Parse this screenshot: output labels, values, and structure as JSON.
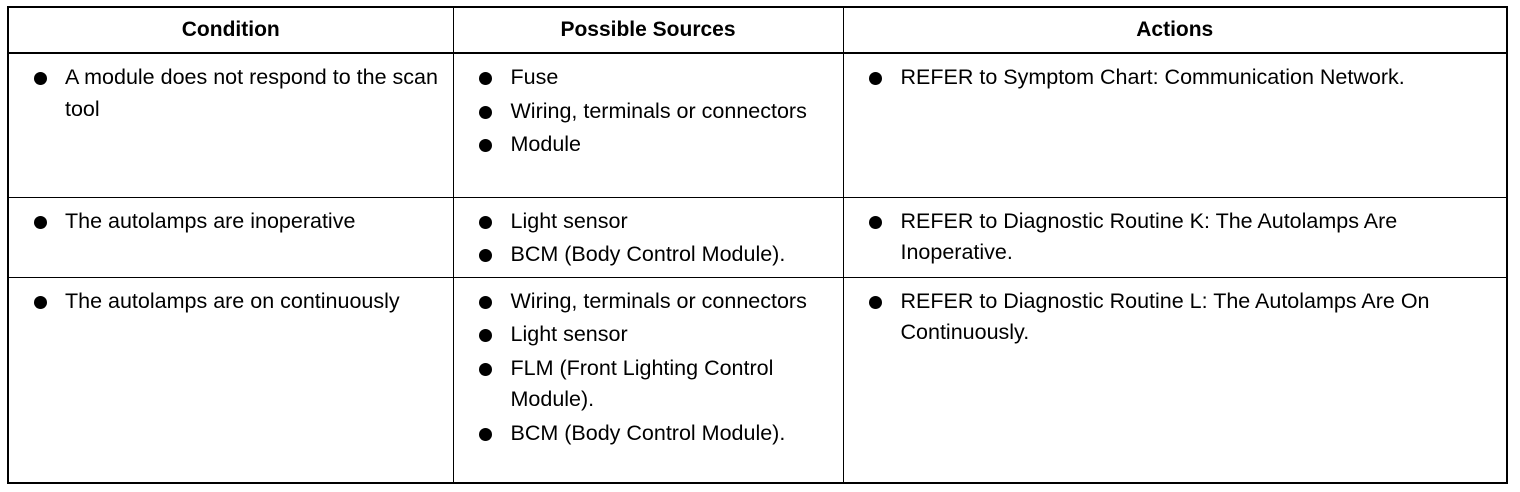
{
  "table": {
    "headers": {
      "condition": "Condition",
      "sources": "Possible Sources",
      "actions": "Actions"
    },
    "rows": [
      {
        "condition": "A module does not respond to the scan tool",
        "sources": [
          "Fuse",
          "Wiring, terminals or connectors",
          "Module"
        ],
        "action": "REFER to Symptom Chart: Communication Network."
      },
      {
        "condition": "The autolamps are inoperative",
        "sources": [
          "Light sensor",
          "BCM (Body Control Module)."
        ],
        "action": "REFER to Diagnostic Routine K: The Autolamps Are Inoperative."
      },
      {
        "condition": "The autolamps are on continuously",
        "sources": [
          "Wiring, terminals or connectors",
          "Light sensor",
          "FLM (Front Lighting Control Module).",
          "BCM (Body Control Module)."
        ],
        "action": "REFER to Diagnostic Routine L: The Autolamps Are On Continuously."
      }
    ]
  }
}
